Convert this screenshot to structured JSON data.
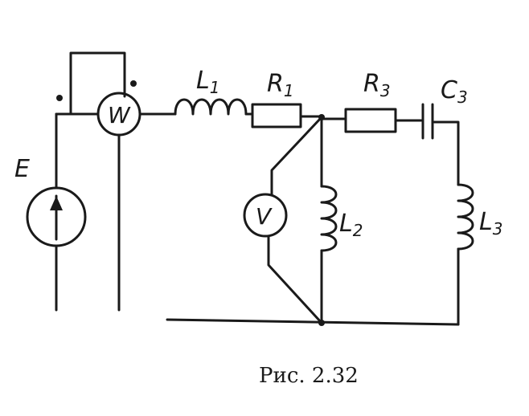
{
  "figure": {
    "caption": "Рис. 2.32"
  },
  "components": {
    "source": "E",
    "wattmeter": "W",
    "voltmeter": "V",
    "L1": "L",
    "L1_sub": "1",
    "R1": "R",
    "R1_sub": "1",
    "R3": "R",
    "R3_sub": "3",
    "C3": "C",
    "C3_sub": "3",
    "L2": "L",
    "L2_sub": "2",
    "L3": "L",
    "L3_sub": "3"
  }
}
